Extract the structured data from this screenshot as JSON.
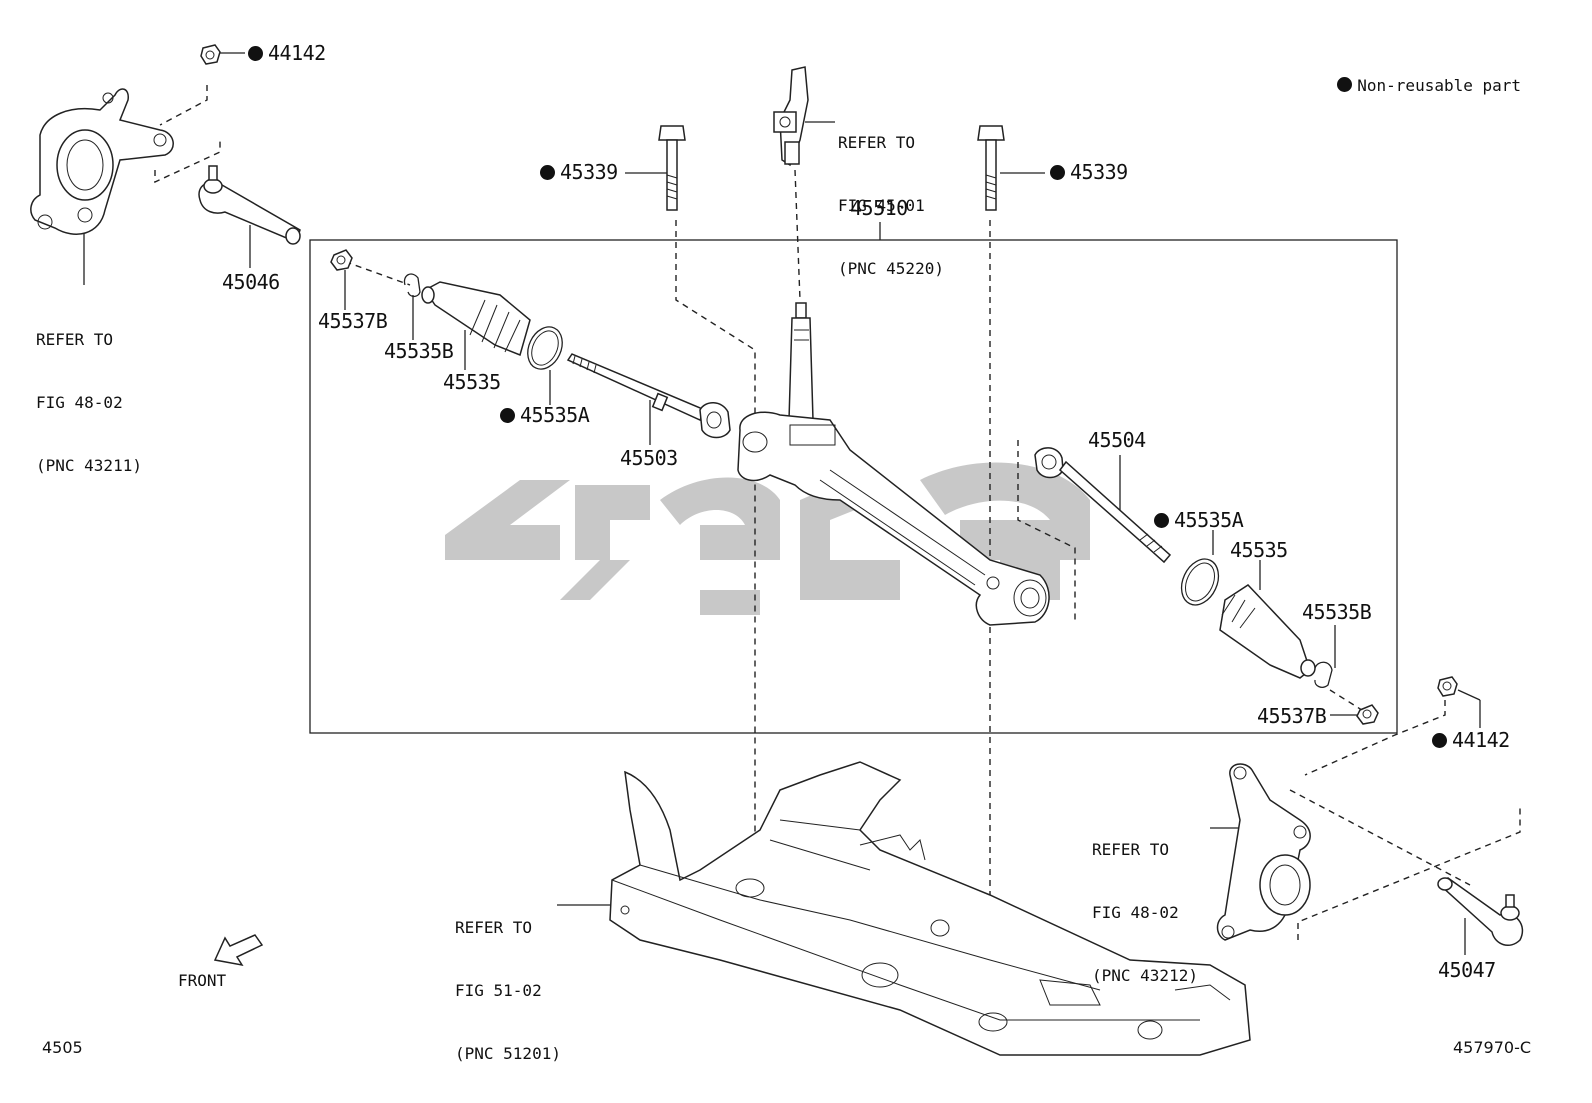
{
  "legend": {
    "dot_label": "Non-reusable part"
  },
  "labels": {
    "p44142_top": "44142",
    "p45046": "45046",
    "ref_knuckle_left": [
      "REFER TO",
      "FIG 48-02",
      "(PNC 43211)"
    ],
    "ref_column": [
      "REFER TO",
      "FIG 45-01",
      "(PNC 45220)"
    ],
    "p45339_left": "45339",
    "p45339_right": "45339",
    "p45510": "45510",
    "p45537B_left": "45537B",
    "p45535B_left": "45535B",
    "p45535_left": "45535",
    "p45535A_left": "45535A",
    "p45503": "45503",
    "p45504": "45504",
    "p45535A_right": "45535A",
    "p45535_right": "45535",
    "p45535B_right": "45535B",
    "p45537B_right": "45537B",
    "p44142_right": "44142",
    "ref_knuckle_right": [
      "REFER TO",
      "FIG 48-02",
      "(PNC 43212)"
    ],
    "ref_crossmember": [
      "REFER TO",
      "FIG 51-02",
      "(PNC 51201)"
    ],
    "p45047": "45047",
    "front": "FRONT",
    "page_code": "4505",
    "figure_code": "457970-C"
  },
  "colors": {
    "line": "#222222",
    "watermark": "#c8c8c8",
    "background": "#ffffff"
  }
}
